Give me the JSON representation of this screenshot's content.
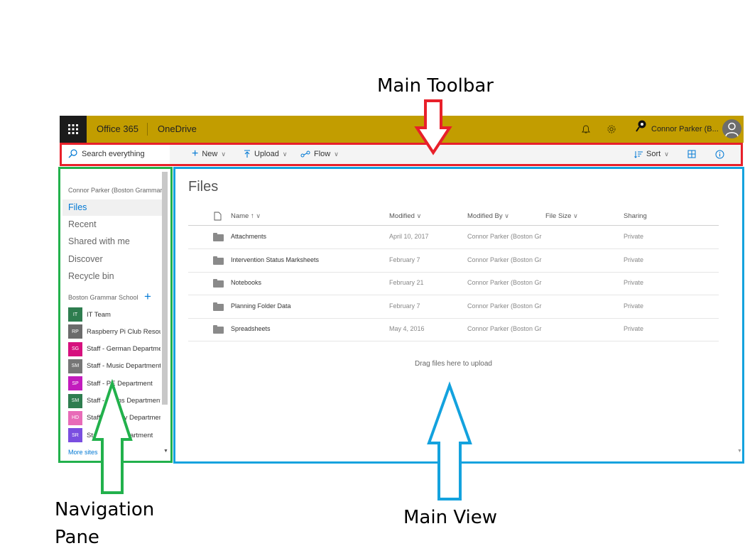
{
  "annotations": {
    "main_toolbar": "Main Toolbar",
    "navigation_pane_line1": "Navigation",
    "navigation_pane_line2": "Pane",
    "main_view": "Main View",
    "colors": {
      "toolbar_frame": "#e8202a",
      "nav_frame": "#22b14c",
      "main_frame": "#13a2de"
    }
  },
  "suite": {
    "app_launcher_icon": "waffle-icon",
    "brand": "Office 365",
    "app": "OneDrive",
    "user": "Connor Parker (B...",
    "bar_color": "#c29d00"
  },
  "toolbar": {
    "search_placeholder": "Search everything",
    "new_label": "New",
    "upload_label": "Upload",
    "flow_label": "Flow",
    "sort_label": "Sort"
  },
  "nav": {
    "account": "Connor Parker (Boston Grammar School)",
    "links": [
      "Files",
      "Recent",
      "Shared with me",
      "Discover",
      "Recycle bin"
    ],
    "selected": "Files",
    "org": "Boston Grammar School",
    "sites": [
      {
        "initials": "IT",
        "name": "IT Team",
        "color": "#2e7d4f"
      },
      {
        "initials": "RP",
        "name": "Raspberry Pi Club Resources",
        "color": "#6b6b6b"
      },
      {
        "initials": "SG",
        "name": "Staff - German Department",
        "color": "#d6107e"
      },
      {
        "initials": "SM",
        "name": "Staff - Music Department",
        "color": "#767676"
      },
      {
        "initials": "SP",
        "name": "Staff - PE Department",
        "color": "#c21cbd"
      },
      {
        "initials": "SM",
        "name": "Staff - Maths Department",
        "color": "#2e7d4f"
      },
      {
        "initials": "HD",
        "name": "Staff - History Department",
        "color": "#e86bb8"
      },
      {
        "initials": "SR",
        "name": "Staff - RE Department",
        "color": "#7a4ee0"
      }
    ],
    "more_sites": "More sites"
  },
  "main": {
    "title": "Files",
    "columns": {
      "name": "Name",
      "modified": "Modified",
      "modified_by": "Modified By",
      "file_size": "File Size",
      "sharing": "Sharing"
    },
    "rows": [
      {
        "name": "Attachments",
        "modified": "April 10, 2017",
        "modified_by": "Connor Parker (Boston Grammar School)",
        "sharing": "Private"
      },
      {
        "name": "Intervention Status Marksheets",
        "modified": "February 7",
        "modified_by": "Connor Parker (Boston Grammar School)",
        "sharing": "Private"
      },
      {
        "name": "Notebooks",
        "modified": "February 21",
        "modified_by": "Connor Parker (Boston Grammar School)",
        "sharing": "Private"
      },
      {
        "name": "Planning Folder Data",
        "modified": "February 7",
        "modified_by": "Connor Parker (Boston Grammar School)",
        "sharing": "Private"
      },
      {
        "name": "Spreadsheets",
        "modified": "May 4, 2016",
        "modified_by": "Connor Parker (Boston Grammar School)",
        "sharing": "Private"
      }
    ],
    "drop_hint": "Drag files here to upload"
  }
}
